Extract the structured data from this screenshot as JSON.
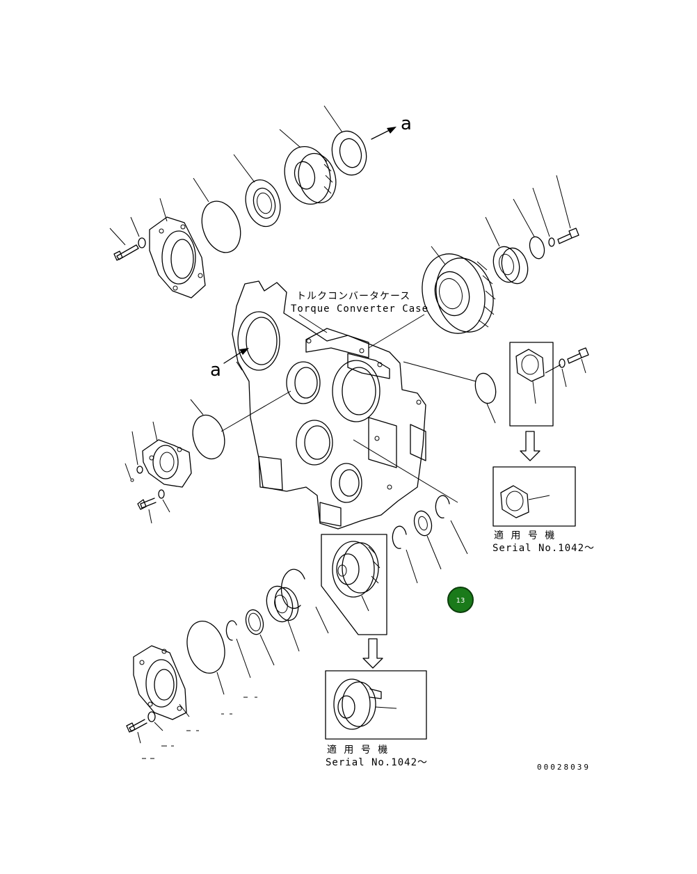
{
  "labels": {
    "case_jp": "トルクコンバータケース",
    "case_en": "Torque Converter Case",
    "ref_a_top": "a",
    "ref_a_case": "a",
    "serial_right_jp": "適 用 号 機",
    "serial_right_en": "Serial No.1042～",
    "serial_bottom_jp": "適 用 号 機",
    "serial_bottom_en": "Serial No.1042～",
    "drawing_number": "00028039"
  },
  "callout": {
    "number": "13",
    "color": "#1a7a1a",
    "border": "#0b3d0b"
  }
}
